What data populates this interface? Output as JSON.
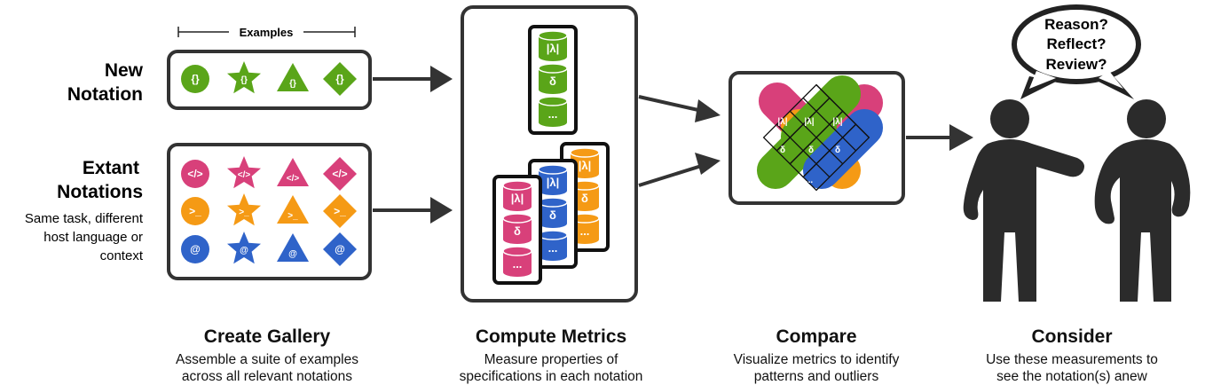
{
  "gallery": {
    "examples_label": "Examples",
    "new_label_line1": "New",
    "new_label_line2": "Notation",
    "extant_label_line1": "Extant",
    "extant_label_line2": "Notations",
    "extant_note_line1": "Same task, different",
    "extant_note_line2": "host language or",
    "extant_note_line3": "context",
    "new_symbol": "{}",
    "extant_symbols": [
      "</>",
      ">_",
      "@"
    ]
  },
  "metrics": {
    "glyphs": [
      "|λ|",
      "δ",
      "..."
    ]
  },
  "bubble": {
    "line1": "Reason?",
    "line2": "Reflect?",
    "line3": "Review?"
  },
  "captions": [
    {
      "title": "Create Gallery",
      "line1": "Assemble a suite of examples",
      "line2": "across all relevant notations"
    },
    {
      "title": "Compute Metrics",
      "line1": "Measure properties of",
      "line2": "specifications in each notation"
    },
    {
      "title": "Compare",
      "line1": "Visualize metrics to identify",
      "line2": "patterns and outliers"
    },
    {
      "title": "Consider",
      "line1": "Use these measurements to",
      "line2": "see the notation(s) anew"
    }
  ],
  "colors": {
    "green": "#5aa519",
    "pink": "#d8407a",
    "orange": "#f59a15",
    "blue": "#2f63c9",
    "dark": "#333333"
  }
}
